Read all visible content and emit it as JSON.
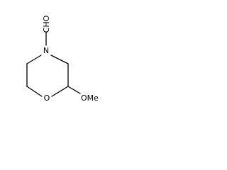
{
  "structure": {
    "atoms": {
      "nitrogen": "N",
      "oxygen": "O",
      "aldehyde": "CHO",
      "methoxy": "OMe"
    }
  }
}
